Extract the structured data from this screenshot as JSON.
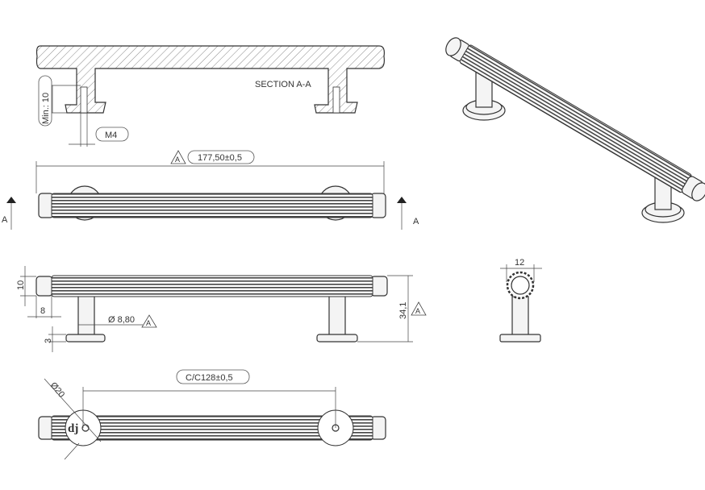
{
  "section_label": "SECTION A-A",
  "dimensions": {
    "min_depth": "Min.: 10",
    "thread": "M4",
    "overall_length": "177,50±0,5",
    "datum": "A",
    "section_arrow_left": "A",
    "section_arrow_right": "A",
    "bar_diameter": "10",
    "cap_length": "8",
    "base_thickness": "3",
    "post_diameter": "Ø 8,80",
    "overall_height": "34,1",
    "side_width": "12",
    "center_to_center": "C/C128±0,5",
    "base_diameter": "Ø20"
  },
  "logo": "dj",
  "colors": {
    "line": "#333333",
    "background": "#ffffff"
  }
}
